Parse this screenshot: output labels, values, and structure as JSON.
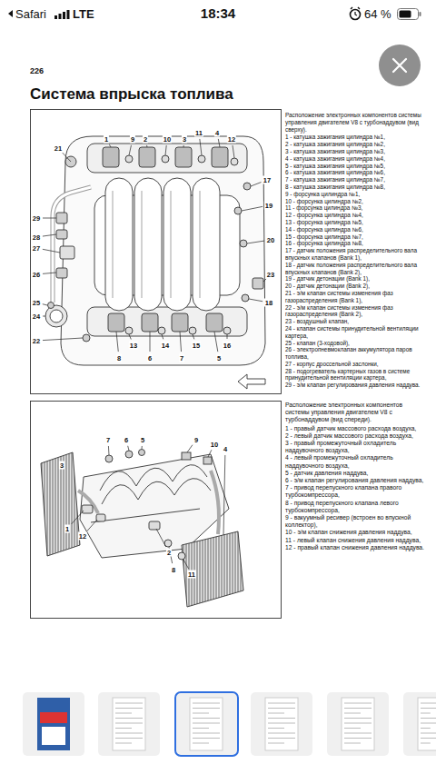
{
  "diagram": {
    "title": "Система впрыска топлива",
    "labels": [
      "Safari",
      "LTE",
      "18:34",
      "64 %",
      "226",
      "Расположение электронных компонентов системы управления двигателем V8 с турбонаддувом (вид сверху).",
      "1 - катушка зажигания цилиндра №1,",
      "2 - катушка зажигания цилиндра №2,",
      "3 - катушка зажигания цилиндра №3,",
      "4 - катушка зажигания цилиндра №4,",
      "5 - катушка зажигания цилиндра №5,",
      "6 - катушка зажигания цилиндра №6,",
      "7 - катушка зажигания цилиндра №7,",
      "8 - катушка зажигания цилиндра №8,",
      "9 - форсунка цилиндра №1,",
      "10 - форсунка цилиндра №2,",
      "11 - форсунка цилиндра №3,",
      "12 - форсунка цилиндра №4,",
      "13 - форсунка цилиндра №5,",
      "14 - форсунка цилиндра №6,",
      "15 - форсунка цилиндра №7,",
      "16 - форсунка цилиндра №8,",
      "17 - датчик положения распределительного вала впускных клапанов (Bank 1),",
      "18 - датчик положения распределительного вала впускных клапанов (Bank 2),",
      "19 - датчик детонации (Bank 1),",
      "20 - датчик детонации (Bank 2),",
      "21 - э/м клапан системы изменения фаз газораспределения (Bank 1),",
      "22 - э/м клапан системы изменения фаз газораспределения (Bank 2),",
      "23 - воздушный клапан,",
      "24 - клапан системы принудительной вентиляции картера,",
      "25 - клапан (3-ходовой),",
      "26 - электропневмоклапан аккумулятора паров топлива,",
      "27 - корпус дроссельной заслонки,",
      "28 - подогреватель картерных газов в системе принудительной вентиляции картера,",
      "29 - э/м клапан регулирования давления наддува.",
      "21",
      "1",
      "9",
      "2",
      "10",
      "3",
      "11",
      "4",
      "12",
      "17",
      "19",
      "29",
      "28",
      "20",
      "27",
      "26",
      "23",
      "18",
      "25",
      "24",
      "22",
      "13",
      "14",
      "15",
      "16",
      "8",
      "6",
      "7",
      "5",
      "Расположение электронных компонентов системы управления двигателем V8 с турбонаддувом (вид спереди).",
      "1 - правый датчик массового расхода воздуха,",
      "2 - левый датчик массового расхода воздуха,",
      "3 - правый промежуточный охладитель наддувочного воздуха,",
      "4 - левый промежуточный охладитель наддувочного воздуха,",
      "5 - датчик давления наддува,",
      "6 - э/м клапан регулирования давления наддува,",
      "7 - привод перепускного клапана правого турбокомпрессора,",
      "8 - привод перепускного клапана левого турбокомпрессора,",
      "9 - вакуумный ресивер (встроен во впускной коллектор),",
      "10 - э/м клапан снижения давления наддува,",
      "11 - левый клапан снижения давления наддува,",
      "12 - правый клапан снижения давления наддува.",
      "7",
      "6",
      "5",
      "9",
      "10",
      "4",
      "3",
      "1",
      "12",
      "2",
      "8",
      "11"
    ]
  }
}
